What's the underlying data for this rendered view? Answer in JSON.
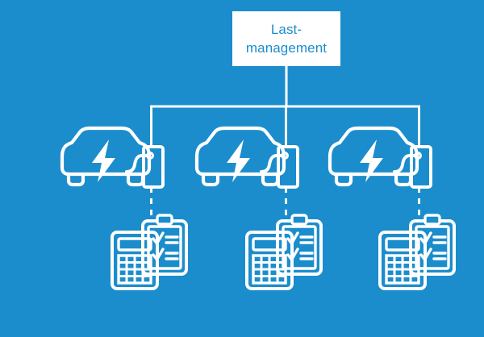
{
  "diagram": {
    "title": "Last-\nmanagement",
    "background_color": "#1b8dcc",
    "line_color": "#ffffff",
    "text_color": "#1b8dcc",
    "box_fill": "#ffffff",
    "nodes": [
      {
        "id": "station-1",
        "car_label": "electric-car",
        "charger_label": "charging-station",
        "meter_label": "calculator",
        "checklist_label": "checklist-clipboard"
      },
      {
        "id": "station-2",
        "car_label": "electric-car",
        "charger_label": "charging-station",
        "meter_label": "calculator",
        "checklist_label": "checklist-clipboard"
      },
      {
        "id": "station-3",
        "car_label": "electric-car",
        "charger_label": "charging-station",
        "meter_label": "calculator",
        "checklist_label": "checklist-clipboard"
      }
    ],
    "icons": {
      "car": "electric-car-icon",
      "bolt": "lightning-bolt-icon",
      "charger": "charging-station-icon",
      "calculator": "calculator-icon",
      "clipboard": "clipboard-checklist-icon",
      "check": "check-mark-icon"
    },
    "connectors": {
      "trunk": "vertical-trunk-line",
      "bus": "horizontal-bus-line",
      "drops": "vertical-drop-line",
      "dashed": "dashed-data-link"
    }
  }
}
